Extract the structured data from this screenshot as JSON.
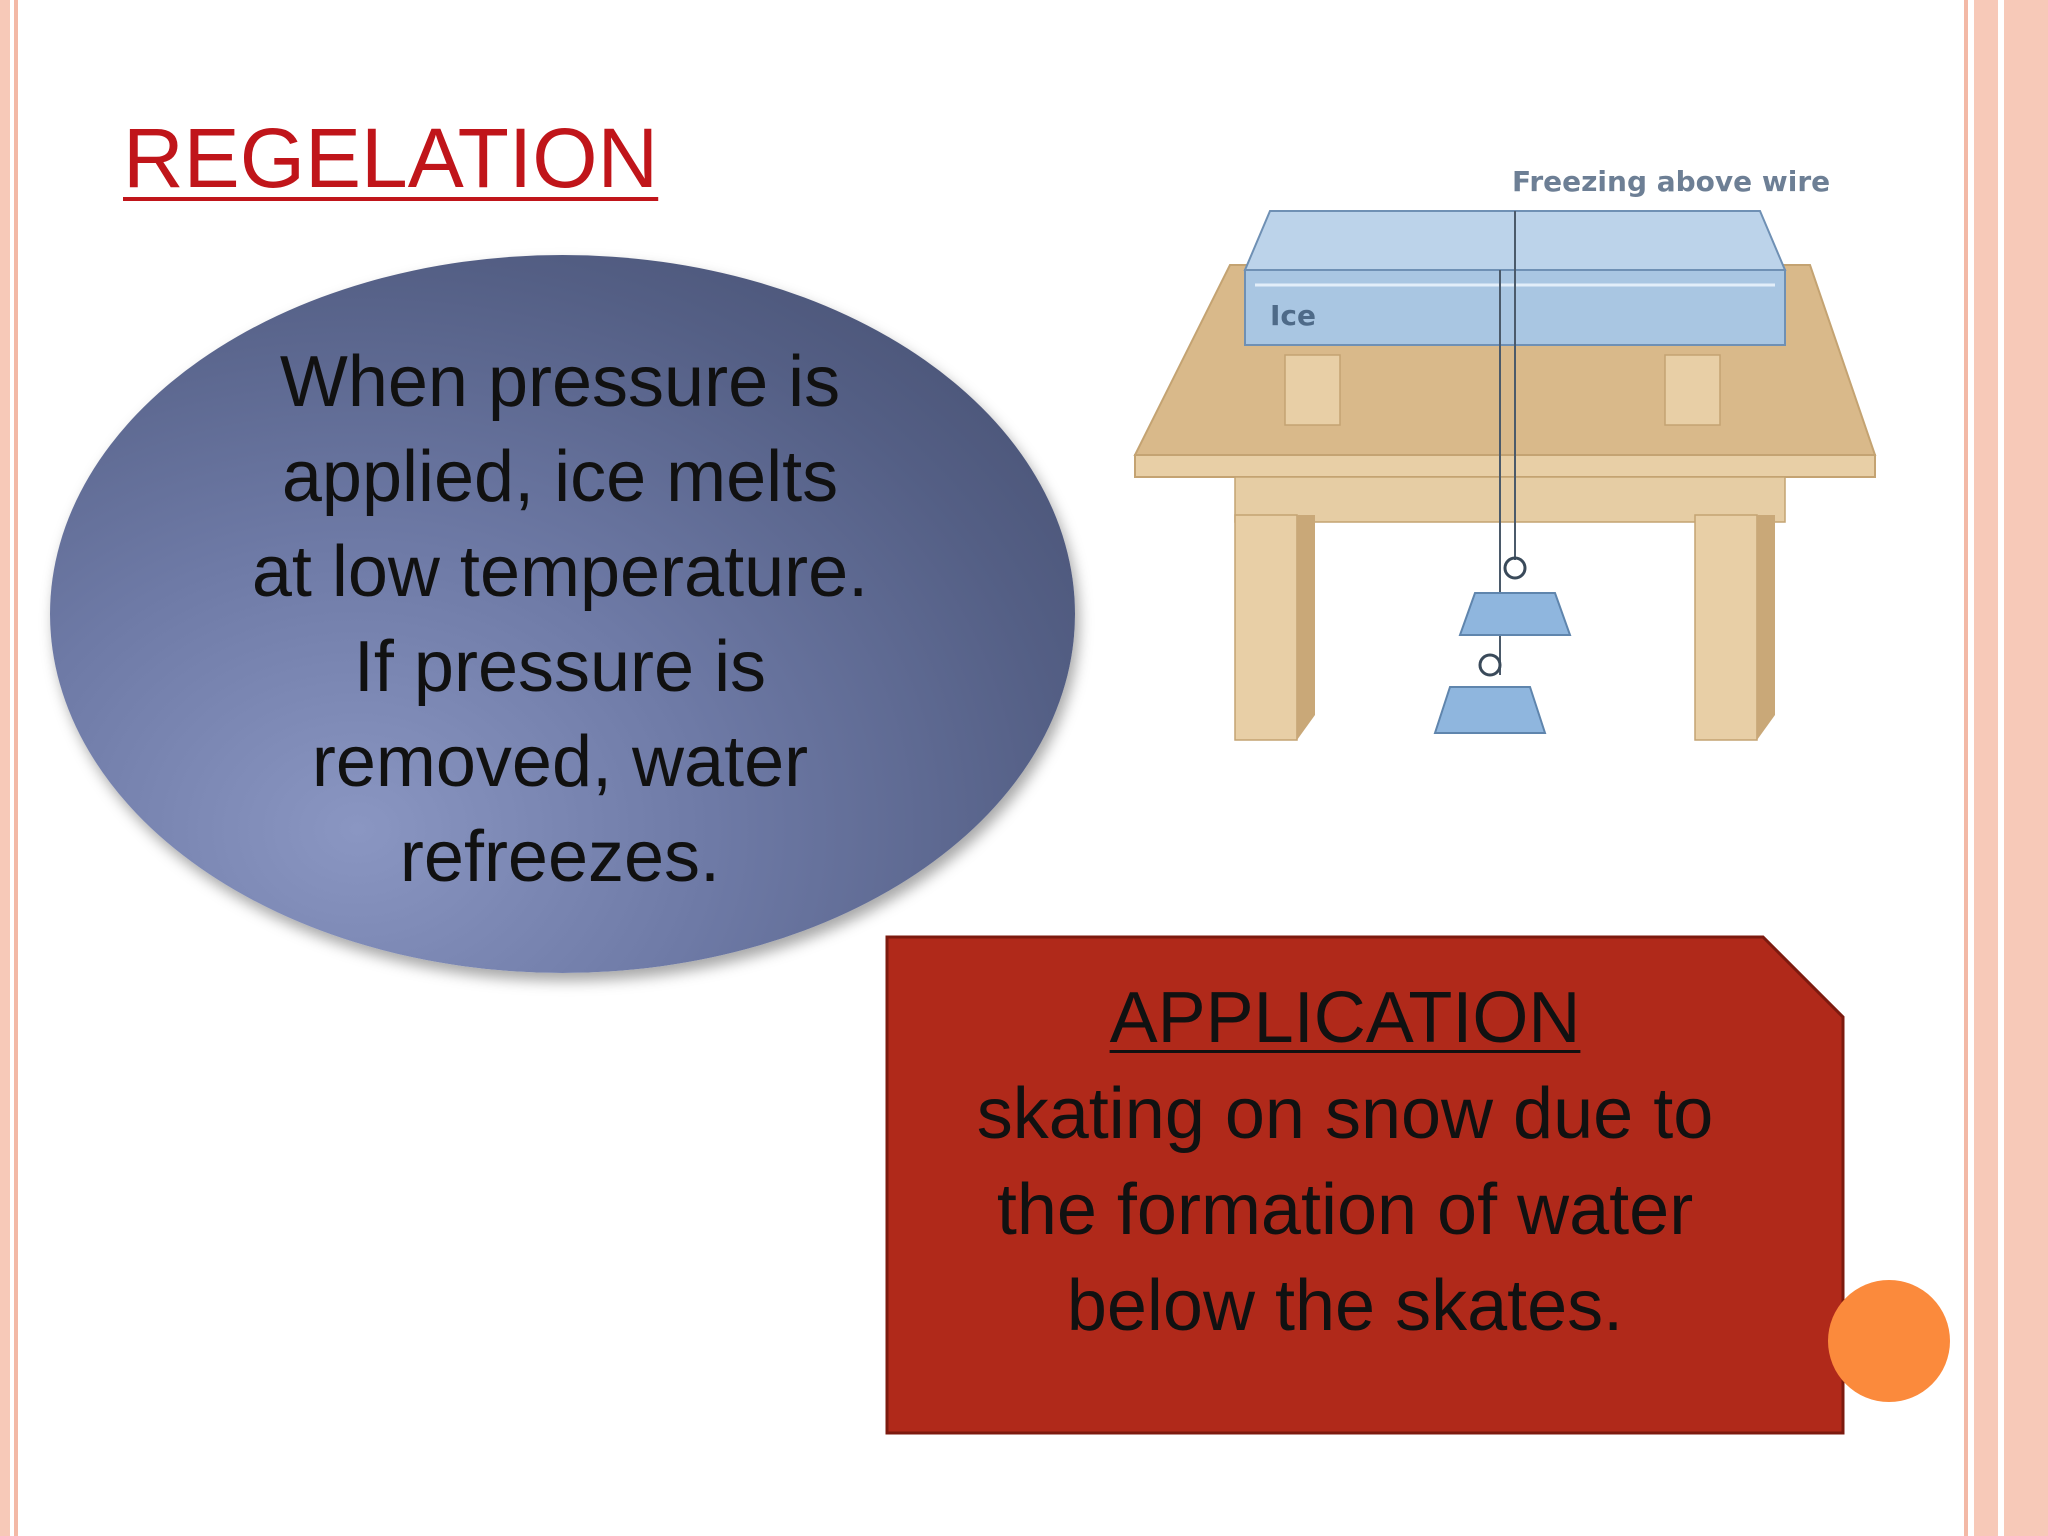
{
  "slide": {
    "title": "REGELATION",
    "definition_lines": [
      "When pressure is",
      "applied, ice melts",
      "at low temperature.",
      "If pressure is",
      "removed, water",
      "refreezes."
    ],
    "diagram": {
      "label_top": "Freezing above wire",
      "label_ice": "Ice"
    },
    "application": {
      "heading": "APPLICATION",
      "lines": [
        "skating on snow due to",
        "the formation of water",
        "below the skates."
      ]
    }
  },
  "colors": {
    "title": "#c0151a",
    "application_box": "#b0291a",
    "ellipse": "#6e7aa6",
    "accent_dot": "#fb8a3c",
    "border": "#f7c9b8"
  }
}
